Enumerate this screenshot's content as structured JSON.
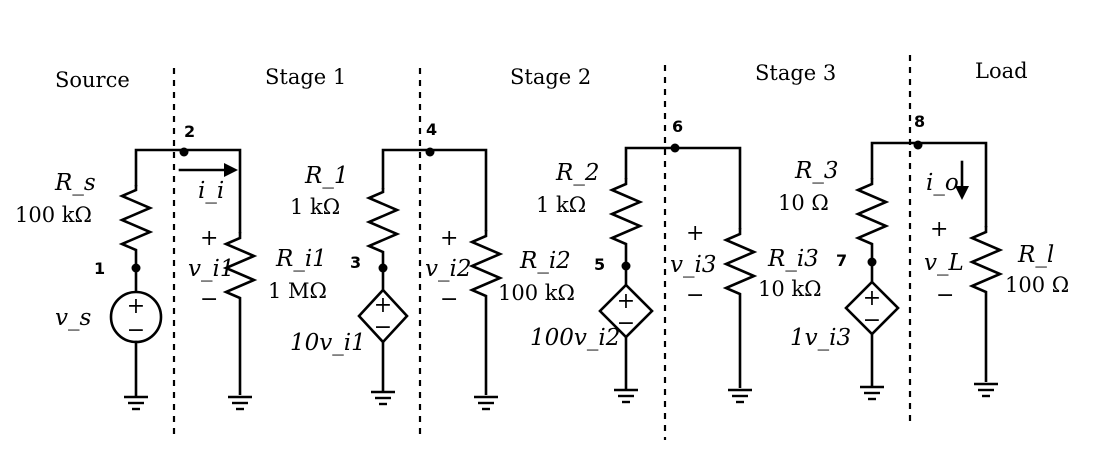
{
  "sections": [
    "Source",
    "Stage 1",
    "Stage 2",
    "Stage 3",
    "Load"
  ],
  "nodes": [
    "1",
    "2",
    "3",
    "4",
    "5",
    "6",
    "7",
    "8"
  ],
  "source": {
    "name": "R_s",
    "value": "100 kΩ",
    "voltage": "v_s"
  },
  "stage1": {
    "input_resistor": "R_i1",
    "input_value": "1 MΩ",
    "input_voltage": "v_i1",
    "input_current": "i_i",
    "output_resistor": "R_1",
    "output_value": "1 kΩ",
    "gain": "10v_i1"
  },
  "stage2": {
    "input_resistor": "R_i2",
    "input_value": "100 kΩ",
    "input_voltage": "v_i2",
    "output_resistor": "R_2",
    "output_value": "1 kΩ",
    "gain": "100v_i2"
  },
  "stage3": {
    "input_resistor": "R_i3",
    "input_value": "10 kΩ",
    "input_voltage": "v_i3",
    "output_resistor": "R_3",
    "output_value": "10 Ω",
    "gain": "1v_i3"
  },
  "load": {
    "resistor": "R_l",
    "value": "100 Ω",
    "voltage": "v_L",
    "current": "i_o"
  },
  "polarity": {
    "plus": "+",
    "minus": "−"
  }
}
